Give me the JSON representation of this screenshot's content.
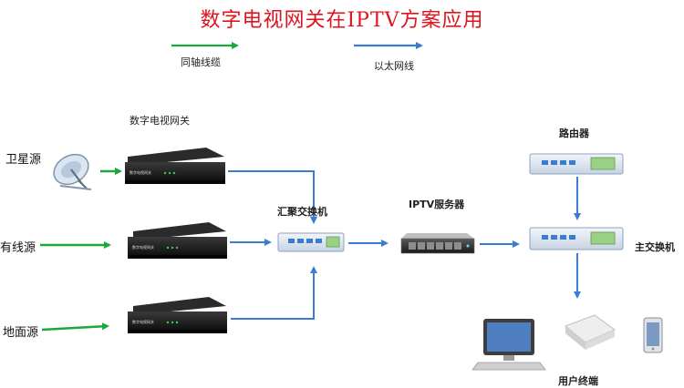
{
  "title": "数字电视网关在IPTV方案应用",
  "legend": {
    "coax": {
      "label": "同轴线缆",
      "color": "#19a83a"
    },
    "ethernet": {
      "label": "以太网线",
      "color": "#3b7bd0"
    }
  },
  "labels": {
    "gateway": "数字电视网关",
    "satellite": "卫星源",
    "cable": "有线源",
    "terrestrial": "地面源",
    "aggregation_switch": "汇聚交换机",
    "iptv_server": "IPTV服务器",
    "router": "路由器",
    "main_switch": "主交换机",
    "user_terminal": "用户终端"
  },
  "devices": {
    "gateway_panel_text": "数字电视网关"
  }
}
